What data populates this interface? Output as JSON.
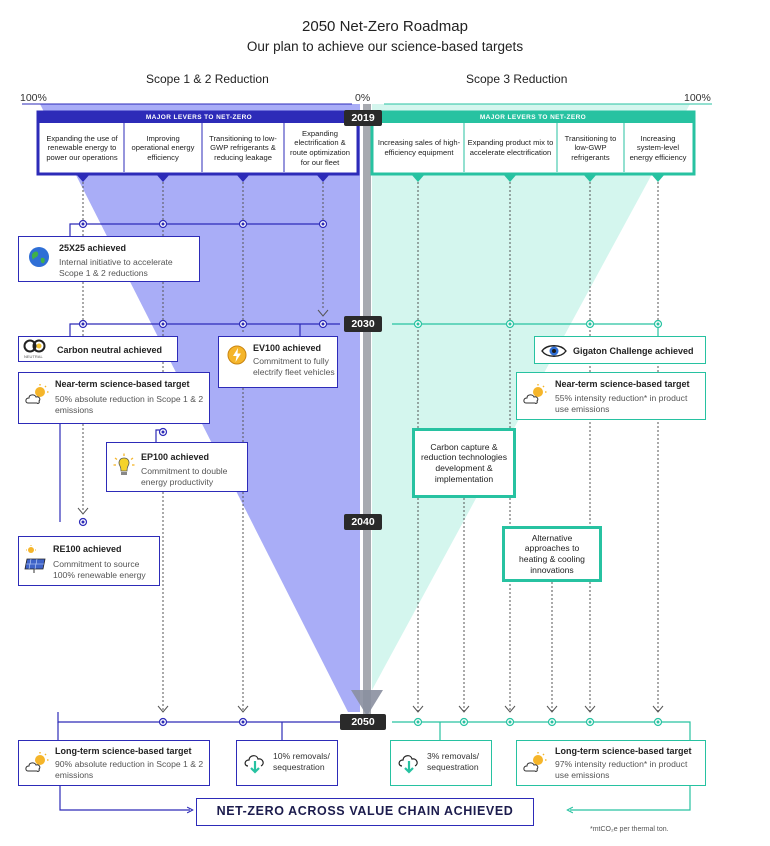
{
  "header": {
    "title": "2050 Net-Zero Roadmap",
    "subtitle": "Our plan to achieve our science-based targets"
  },
  "scope12": {
    "label": "Scope 1 & 2 Reduction",
    "pct_left": "100%",
    "pct_right": "0%",
    "levers_title": "MAJOR LEVERS TO NET-ZERO",
    "levers": [
      "Expanding the use of renewable energy to power our operations",
      "Improving operational energy efficiency",
      "Transitioning to low-GWP refrigerants & reducing leakage",
      "Expanding electrification & route optimization for our fleet"
    ]
  },
  "scope3": {
    "label": "Scope 3 Reduction",
    "pct_right": "100%",
    "levers_title": "MAJOR LEVERS TO NET-ZERO",
    "levers": [
      "Increasing sales of high-efficiency equipment",
      "Expanding product mix to accelerate electrification",
      "Transitioning to low-GWP refrigerants",
      "Increasing system-level energy efficiency"
    ]
  },
  "years": [
    "2019",
    "2030",
    "2040",
    "2050"
  ],
  "milestones": {
    "m25x25": {
      "title": "25X25 achieved",
      "desc": "Internal initiative to accelerate Scope 1 & 2 reductions",
      "icon": "globe-icon"
    },
    "carbon_neutral": {
      "title": "Carbon neutral achieved",
      "badge": "NEUTRAL",
      "icon": "co-neutral-icon"
    },
    "ev100": {
      "title": "EV100 achieved",
      "desc": "Commitment to fully electrify fleet vehicles",
      "icon": "lightning-icon"
    },
    "near_term_12": {
      "title": "Near-term science-based target",
      "desc": "50% absolute reduction in Scope 1 & 2 emissions",
      "icon": "sun-cloud-icon"
    },
    "ep100": {
      "title": "EP100 achieved",
      "desc": "Commitment to double energy productivity",
      "icon": "lightbulb-icon"
    },
    "re100": {
      "title": "RE100 achieved",
      "desc": "Commitment to source 100% renewable energy",
      "icon": "solar-panel-icon"
    },
    "gigaton": {
      "title": "Gigaton Challenge achieved",
      "icon": "eye-icon"
    },
    "near_term_3": {
      "title": "Near-term science-based target",
      "desc": "55% intensity reduction* in product use emissions",
      "icon": "sun-cloud-icon"
    },
    "carbon_capture": {
      "text": "Carbon capture & reduction technologies development & implementation"
    },
    "alt_heating": {
      "text": "Alternative approaches to heating & cooling innovations"
    },
    "long_term_12": {
      "title": "Long-term science-based target",
      "desc": "90% absolute reduction in Scope 1 & 2 emissions",
      "icon": "sun-cloud-icon"
    },
    "removals_10": {
      "text": "10% removals/ sequestration",
      "icon": "cloud-download-icon"
    },
    "removals_3": {
      "text": "3% removals/ sequestration",
      "icon": "cloud-download-icon"
    },
    "long_term_3": {
      "title": "Long-term science-based target",
      "desc": "97% intensity reduction* in product use emissions",
      "icon": "sun-cloud-icon"
    }
  },
  "final": "NET-ZERO ACROSS VALUE CHAIN ACHIEVED",
  "footnote": "*mtCO₂e per thermal ton.",
  "colors": {
    "scope12": "#2d2bb8",
    "scope12_fill": "#a9adf7",
    "scope3": "#27c2a1",
    "scope3_fill": "#d4f6ee",
    "divider": "#5f6470"
  }
}
